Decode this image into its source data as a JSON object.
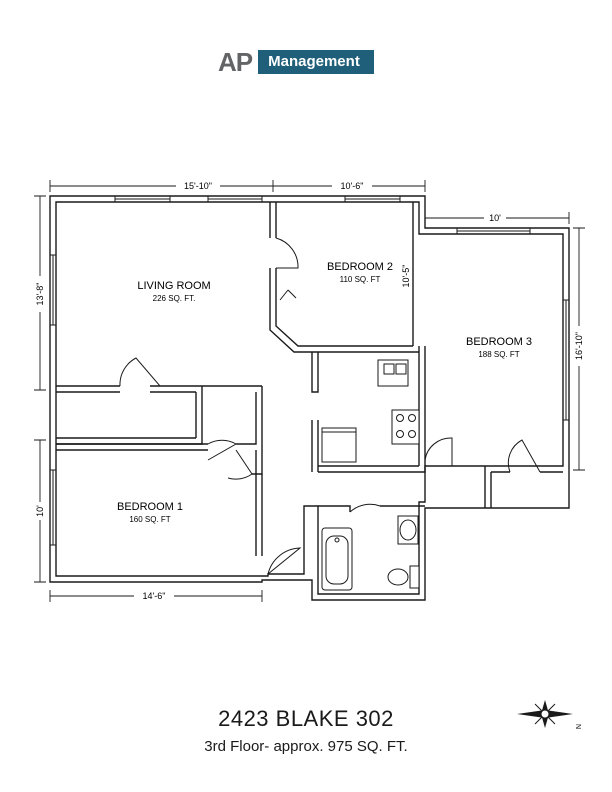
{
  "logo": {
    "ap": "AP",
    "management": "Management"
  },
  "rooms": {
    "living_room": {
      "name": "LIVING ROOM",
      "area": "226 SQ. FT."
    },
    "bedroom_1": {
      "name": "BEDROOM 1",
      "area": "160 SQ. FT"
    },
    "bedroom_2": {
      "name": "BEDROOM 2",
      "area": "110 SQ. FT"
    },
    "bedroom_3": {
      "name": "BEDROOM 3",
      "area": "188 SQ. FT"
    }
  },
  "dimensions": {
    "living_width": "15'-10\"",
    "bedroom2_width": "10'-6\"",
    "bedroom3_width": "10'",
    "living_height": "13'-8\"",
    "bedroom1_height": "10'",
    "bedroom1_width": "14'-6\"",
    "bedroom2_height": "10'-5\"",
    "bedroom3_height": "16'-10\""
  },
  "compass": {
    "north": "N"
  },
  "title": {
    "address": "2423 BLAKE 302",
    "subtitle": "3rd Floor- approx. 975 SQ. FT."
  }
}
